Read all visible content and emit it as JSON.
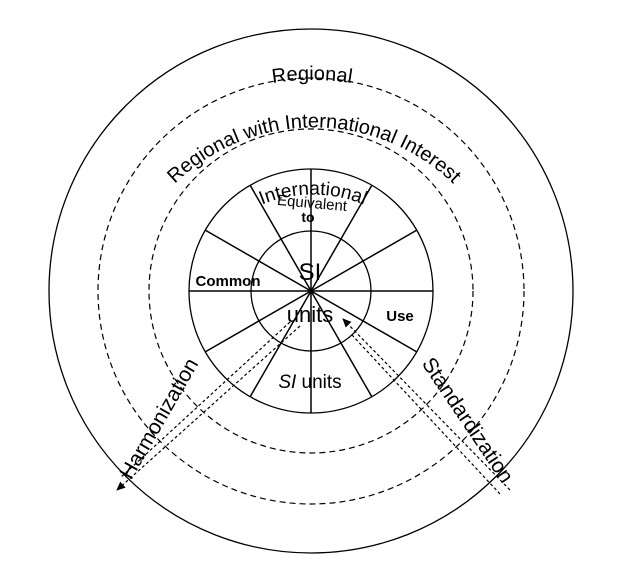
{
  "diagram": {
    "rings": {
      "regional": "Regional",
      "regional_international": "Regional with International Interest",
      "international": "International"
    },
    "center": {
      "si": "SI",
      "units": "units"
    },
    "sectors": {
      "equivalent": "Equivalent",
      "to": "to",
      "common": "Common",
      "use": "Use",
      "si_italic": "SI",
      "units_word": "units"
    },
    "arrows": {
      "harmonization": "Harmonization",
      "standardization": "Standardization"
    }
  }
}
